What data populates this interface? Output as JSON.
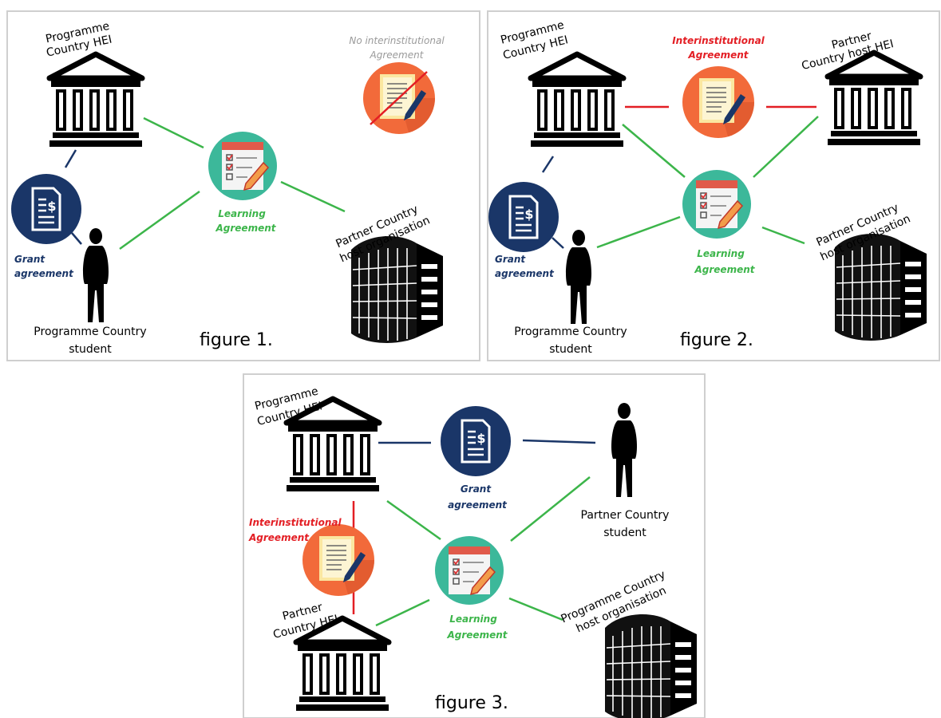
{
  "colors": {
    "green": "#3cb54a",
    "navy": "#1a3668",
    "red": "#e31e24",
    "grey_text": "#9a9a9a",
    "orange_circle": "#f26a3a",
    "teal_circle": "#3cb89a"
  },
  "icons": {
    "hei": "institution-building-icon",
    "org": "office-building-icon",
    "student": "person-silhouette-icon",
    "grant": "grant-document-icon",
    "learning": "learning-checklist-icon",
    "inter": "interinstitutional-document-icon",
    "inter_none": "crossed-out-document-icon"
  },
  "figure1": {
    "caption": "figure 1.",
    "hei_label_1": "Programme",
    "hei_label_2": "Country HEI",
    "no_inter_1": "No interinstitutional",
    "no_inter_2": "Agreement",
    "learning_1": "Learning",
    "learning_2": "Agreement",
    "grant_1": "Grant",
    "grant_2": "agreement",
    "org_1": "Partner Country",
    "org_2": "host organisation",
    "student_1": "Programme Country",
    "student_2": "student"
  },
  "figure2": {
    "caption": "figure 2.",
    "hei_label_1": "Programme",
    "hei_label_2": "Country HEI",
    "inter_1": "Interinstitutional",
    "inter_2": "Agreement",
    "host_1": "Partner",
    "host_2": "Country host HEI",
    "learning_1": "Learning",
    "learning_2": "Agreement",
    "grant_1": "Grant",
    "grant_2": "agreement",
    "org_1": "Partner Country",
    "org_2": "host organisation",
    "student_1": "Programme Country",
    "student_2": "student"
  },
  "figure3": {
    "caption": "figure 3.",
    "hei_label_1": "Programme",
    "hei_label_2": "Country HEI",
    "grant_1": "Grant",
    "grant_2": "agreement",
    "student_1": "Partner Country",
    "student_2": "student",
    "inter_1": "Interinstitutional",
    "inter_2": "Agreement",
    "partner_1": "Partner",
    "partner_2": "Country HEI",
    "learning_1": "Learning",
    "learning_2": "Agreement",
    "org_1": "Programme Country",
    "org_2": "host organisation"
  }
}
